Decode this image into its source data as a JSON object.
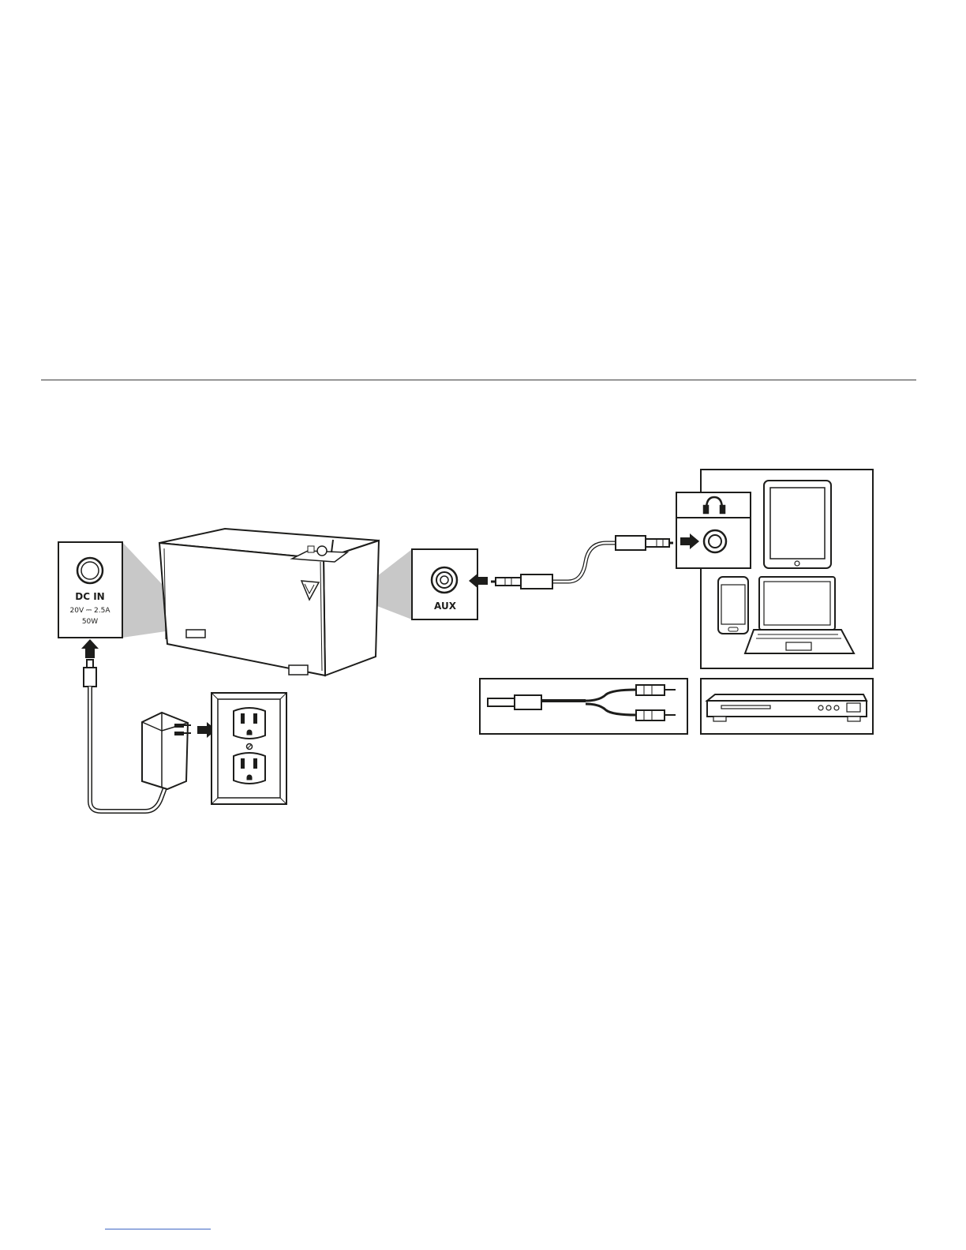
{
  "dc_panel": {
    "title": "DC IN",
    "rating": "20V ⎓ 2.5A",
    "wattage": "50W"
  },
  "aux_panel": {
    "label": "AUX"
  },
  "icons": {
    "speaker": "speaker-cabinet-icon",
    "adapter": "power-adapter-icon",
    "outlet": "wall-outlet-icon",
    "headphone": "headphones-icon",
    "tablet": "tablet-icon",
    "phone": "smartphone-icon",
    "laptop": "laptop-icon",
    "rca_cable": "rca-y-cable-icon",
    "player": "media-player-icon",
    "cable": "aux-cable-icon"
  },
  "colors": {
    "ink": "#1d1d1b",
    "projection": "#c8c8c8",
    "link": "#3f66c4"
  }
}
